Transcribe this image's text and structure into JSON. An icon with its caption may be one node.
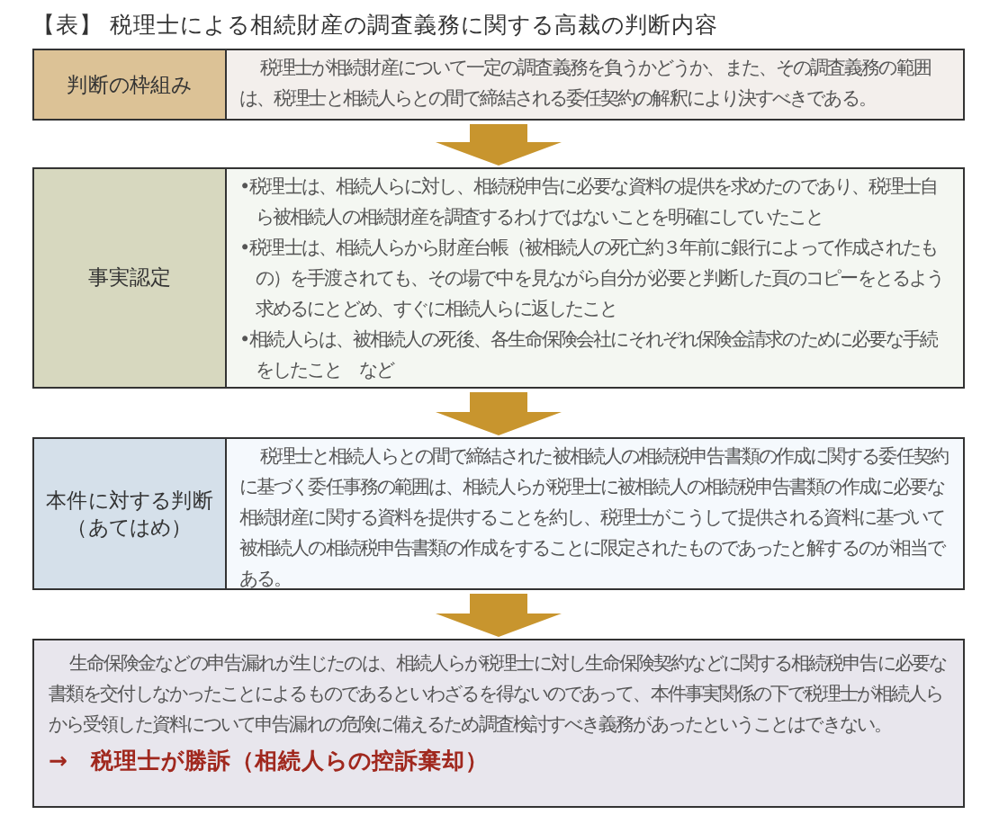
{
  "diagram": {
    "title": "【表】 税理士による相続財産の調査義務に関する高裁の判断内容",
    "nodes": [
      {
        "text": [
          "判断の枠組み",
          "税理士が相続財産について一定の調査義務を負うかどうか、また、その調査義務の範囲は、税理士と相続人らとの間で締結される委任契約の解釈により決すべきである。"
        ]
      },
      {
        "text": [
          "事実認定",
          "•税理士は、相続人らに対し、相続税申告に必要な資料の提供を求めたのであり、税理士自ら被相続人の相続財産を調査するわけではないことを明確にしていたこと",
          "•税理士は、相続人らから財産台帳（被相続人の死亡約３年前に銀行によって作成されたもの）を手渡されても、その場で中を見ながら自分が必要と判断した頁のコピーをとるよう求めるにとどめ、すぐに相続人らに返したこと",
          "•相続人らは、被相続人の死後、各生命保険会社にそれぞれ保険金請求のために必要な手続をしたこと　など"
        ]
      },
      {
        "text": [
          "本件に対する判断（あてはめ）",
          "税理士と相続人らとの間で締結された被相続人の相続税申告書類の作成に関する委任契約に基づく委任事務の範囲は、相続人らが税理士に被相続人の相続税申告書類の作成に必要な相続財産に関する資料を提供することを約し、税理士がこうして提供される資料に基づいて被相続人の相続税申告書類の作成をすることに限定されたものであったと解するのが相当である。"
        ]
      },
      {
        "text": [
          "生命保険金などの申告漏れが生じたのは、相続人らが税理士に対し生命保険契約などに関する相続税申告に必要な書類を交付しなかったことによるものであるといわざるを得ないのであって、本件事実関係の下で税理士が相続人らから受領した資料について申告漏れの危険に備えるため調査検討すべき義務があったということはできない。",
          "→　税理士が勝訴（相続人らの控訴棄却）"
        ]
      }
    ],
    "edges": [
      {
        "from": 0,
        "to": 1,
        "arrow": "to",
        "color": "#c8952e"
      },
      {
        "from": 1,
        "to": 2,
        "arrow": "to",
        "color": "#c8952e"
      },
      {
        "from": 2,
        "to": 3,
        "arrow": "to",
        "color": "#c8952e"
      }
    ]
  }
}
